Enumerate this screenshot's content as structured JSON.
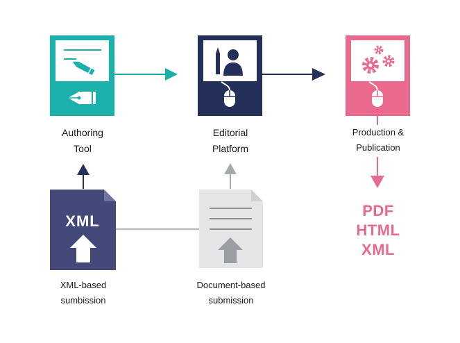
{
  "colors": {
    "authoring": "#1ab1ad",
    "editorial": "#25305a",
    "production": "#e96a8d",
    "xml_doc": "#434a7a",
    "doc_doc": "#e4e5e7",
    "doc_arrow": "#9a9ea3",
    "connector": "#b9bcbf"
  },
  "nodes": {
    "authoring": {
      "label": [
        "Authoring",
        "Tool"
      ],
      "icon": "pen-nib-icon"
    },
    "editorial": {
      "label": [
        "Editorial",
        "Platform"
      ],
      "icon": "editor-user-icon"
    },
    "production": {
      "label": [
        "Production &",
        "Publication"
      ],
      "icon": "gears-icon"
    }
  },
  "submissions": {
    "xml": {
      "badge": "XML",
      "label": [
        "XML-based",
        "sumbission"
      ]
    },
    "document": {
      "label": [
        "Document-based",
        "submission"
      ]
    }
  },
  "outputs": [
    "PDF",
    "HTML",
    "XML"
  ]
}
